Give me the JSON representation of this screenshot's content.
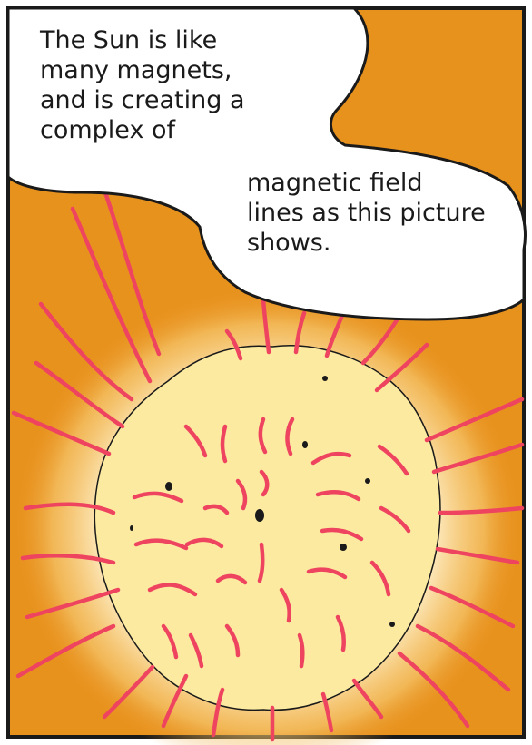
{
  "panel": {
    "caption_part1": "The Sun is like\nmany magnets,\nand is creating a\ncomplex of",
    "caption_part2": "magnetic field\nlines as this picture\nshows."
  },
  "colors": {
    "background_orange": "#e8921e",
    "sun_core": "#fbeaa0",
    "glow": "#ffffff",
    "field_lines": "#ee4460",
    "outline": "#1a1a1a"
  },
  "icons": [
    "sun-illustration",
    "speech-bubble"
  ]
}
